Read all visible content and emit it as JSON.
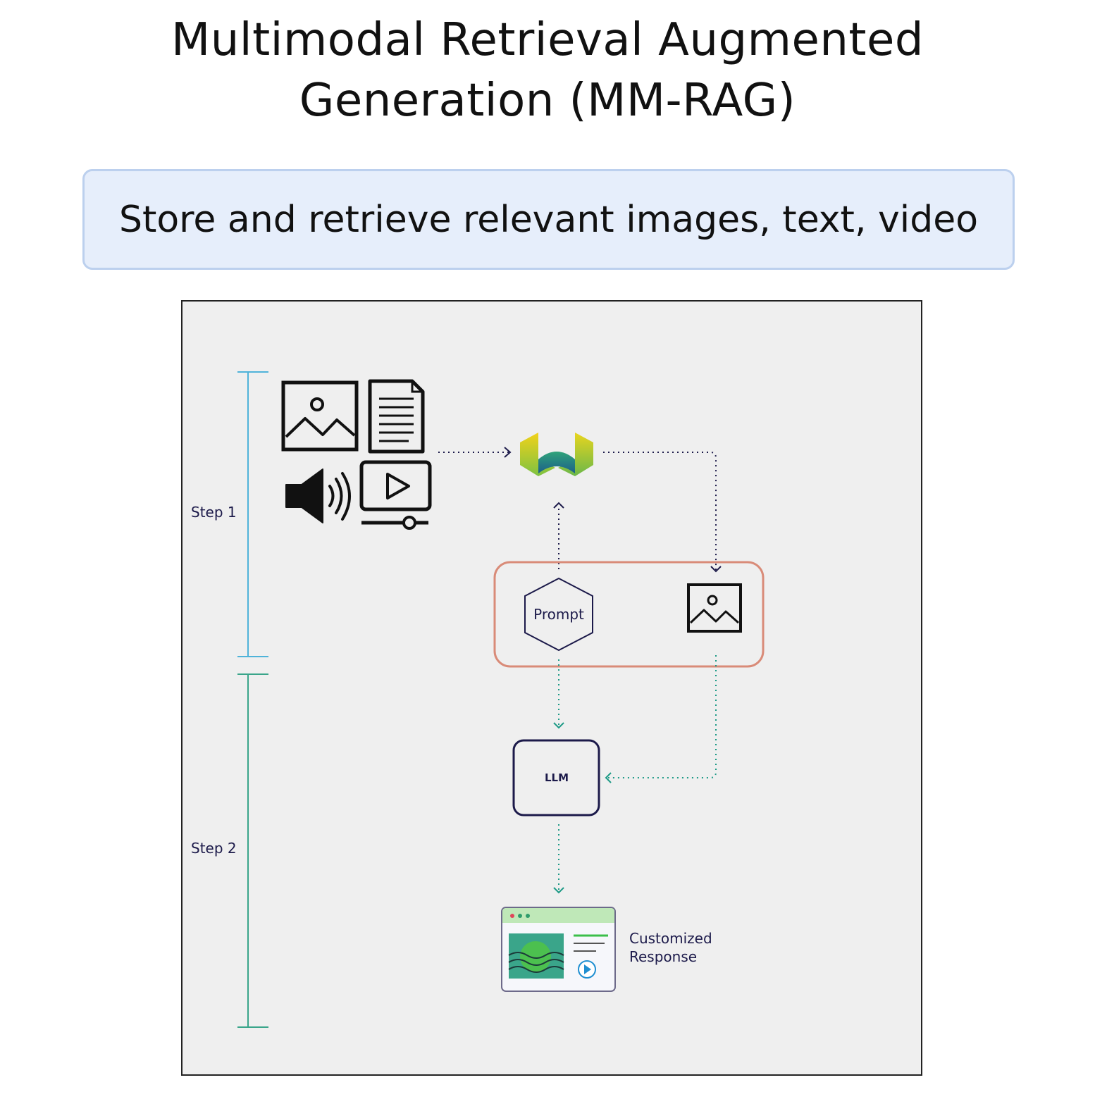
{
  "title": {
    "line1": "Multimodal Retrieval Augmented",
    "line2": "Generation (MM-RAG)"
  },
  "banner": {
    "text": "Store and retrieve relevant images, text, video"
  },
  "diagram": {
    "step1_label": "Step 1",
    "step2_label": "Step 2",
    "prompt_label": "Prompt",
    "llm_label": "LLM",
    "response_label_line1": "Customized",
    "response_label_line2": "Response",
    "icons": [
      "image-icon",
      "document-icon",
      "speaker-icon",
      "video-player-icon",
      "vector-database-logo",
      "retrieved-image-icon",
      "customized-response-window-icon"
    ],
    "colors": {
      "step1_bracket": "#4fb3d9",
      "step2_bracket": "#3aa58a",
      "prompt_group_border": "#d98b78",
      "navy": "#1c1a4a",
      "teal_arrow": "#1d9a86"
    }
  }
}
